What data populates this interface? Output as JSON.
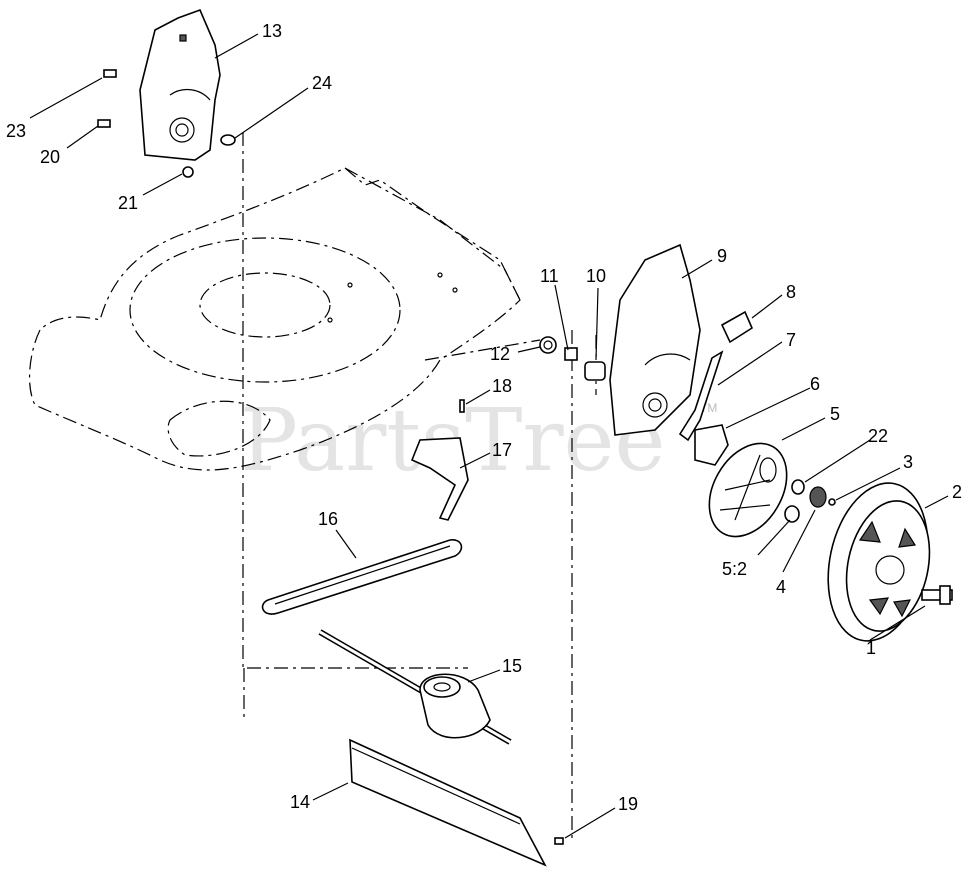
{
  "watermark": {
    "text": "PartsTree",
    "trademark": "TM"
  },
  "callouts": {
    "c1": "1",
    "c2": "2",
    "c3": "3",
    "c4": "4",
    "c5": "5",
    "c52": "5:2",
    "c6": "6",
    "c7": "7",
    "c8": "8",
    "c9": "9",
    "c10": "10",
    "c11": "11",
    "c12": "12",
    "c13": "13",
    "c14": "14",
    "c15": "15",
    "c16": "16",
    "c17": "17",
    "c18": "18",
    "c19": "19",
    "c20": "20",
    "c21": "21",
    "c22": "22",
    "c23": "23",
    "c24": "24"
  }
}
